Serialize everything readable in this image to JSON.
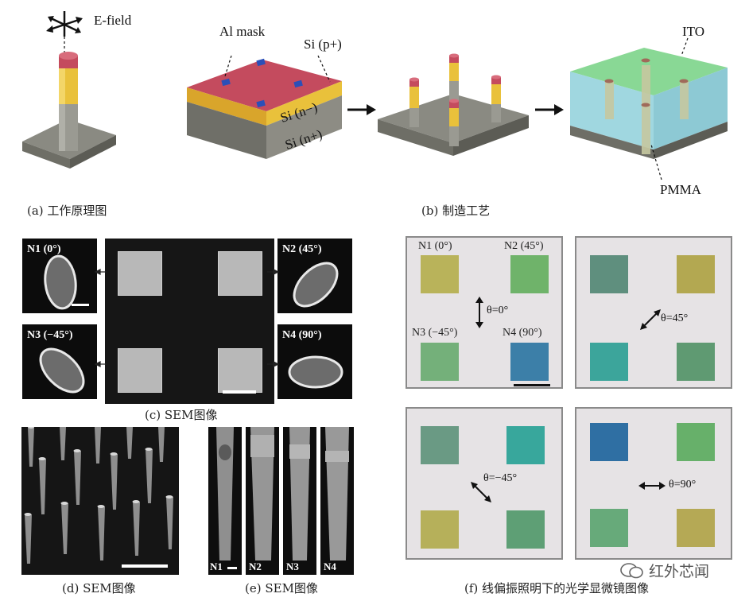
{
  "panel_a": {
    "caption": "(a) 工作原理图",
    "efield_label": "E-field"
  },
  "panel_b": {
    "caption": "(b) 制造工艺",
    "labels": {
      "al_mask": "Al mask",
      "si_p": "Si (p+)",
      "si_n_minus": "Si (n−)",
      "si_n_plus": "Si (n+)",
      "ito": "ITO",
      "pmma": "PMMA"
    }
  },
  "panel_c": {
    "caption": "(c) SEM图像",
    "insets": [
      {
        "label": "N1 (0°)"
      },
      {
        "label": "N2 (45°)"
      },
      {
        "label": "N3 (−45°)"
      },
      {
        "label": "N4 (90°)"
      }
    ]
  },
  "panel_d": {
    "caption": "(d) SEM图像"
  },
  "panel_e": {
    "caption": "(e) SEM图像",
    "pillars": [
      "N1",
      "N2",
      "N3",
      "N4"
    ]
  },
  "panel_f": {
    "caption": "(f) 线偏振照明下的光学显微镜图像",
    "first_panel_labels": [
      "N1 (0°)",
      "N2 (45°)",
      "N3 (−45°)",
      "N4 (90°)"
    ],
    "panels": [
      {
        "theta": "θ=0°",
        "colors": [
          "#b9b35a",
          "#6fb36a",
          "#74b07a",
          "#3c7fa8"
        ]
      },
      {
        "theta": "θ=45°",
        "colors": [
          "#5f8f7e",
          "#b3a851",
          "#3ca59b",
          "#5f9a72"
        ]
      },
      {
        "theta": "θ=−45°",
        "colors": [
          "#6a9a84",
          "#38a79c",
          "#b6b05a",
          "#5e9f75"
        ]
      },
      {
        "theta": "θ=90°",
        "colors": [
          "#2f6fa3",
          "#67b06a",
          "#67aa7a",
          "#b5a955"
        ]
      }
    ]
  },
  "watermark": {
    "text": "红外芯闻"
  },
  "colors": {
    "p_layer": "#c44b5e",
    "n_minus_layer": "#e9c13b",
    "n_plus_layer": "#8d8c84",
    "substrate": "#77776f",
    "ito": "#7cd48a",
    "pmma": "#8fd0da"
  }
}
